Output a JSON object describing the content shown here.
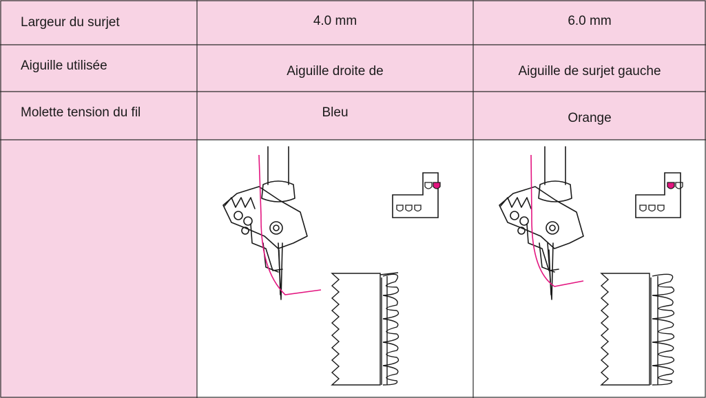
{
  "colors": {
    "header_bg": "#f8d3e4",
    "grid_line": "#2b2b2b",
    "thread": "#e3147f"
  },
  "rows": [
    {
      "label": "Largeur du surjet",
      "col1": "4.0 mm",
      "col2": "6.0 mm"
    },
    {
      "label": "Aiguille utilisée",
      "col1": "Aiguille droite de",
      "col2": "Aiguille de surjet gauche"
    },
    {
      "label": "Molette tension  du fil",
      "col1": "Bleu",
      "col2": "Orange"
    }
  ],
  "illustrations": {
    "col1": {
      "icon": "needle-position-right-indicator",
      "active_needle": "right"
    },
    "col2": {
      "icon": "needle-position-left-indicator",
      "active_needle": "left"
    }
  }
}
